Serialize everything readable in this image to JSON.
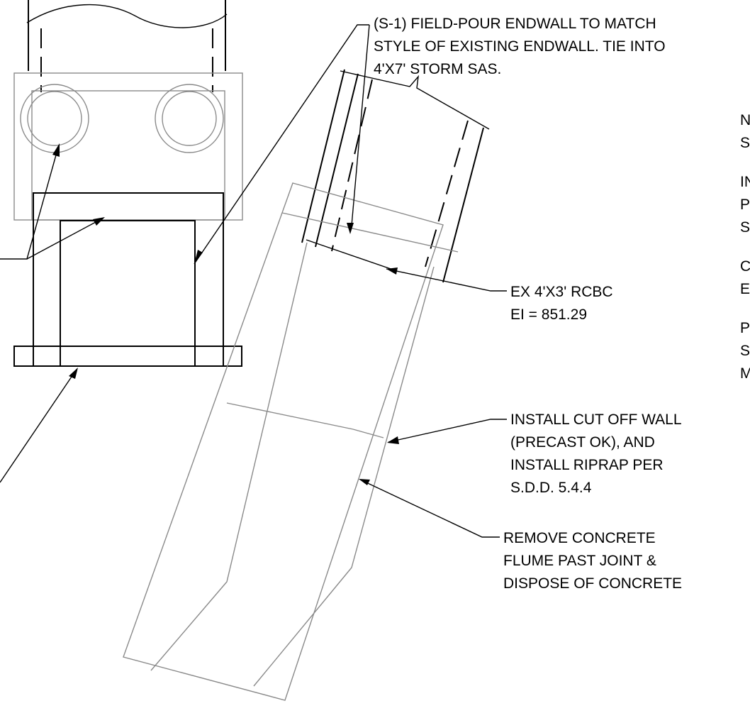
{
  "notes": {
    "field_pour": [
      "(S-1) FIELD-POUR ENDWALL TO MATCH",
      "STYLE OF EXISTING ENDWALL. TIE INTO",
      "4'X7' STORM SAS."
    ],
    "ex_rcbc": [
      "EX 4'X3' RCBC",
      "EI = 851.29"
    ],
    "cut_off_wall": [
      "INSTALL CUT OFF WALL",
      "(PRECAST OK), AND",
      "INSTALL RIPRAP PER",
      "S.D.D. 5.4.4"
    ],
    "remove_flume": [
      "REMOVE CONCRETE",
      "FLUME PAST JOINT &",
      "DISPOSE OF CONCRETE"
    ],
    "truncated_right": [
      "N",
      "S",
      "IN",
      "P",
      "S",
      "C",
      "E",
      "P",
      "S",
      "M"
    ]
  }
}
